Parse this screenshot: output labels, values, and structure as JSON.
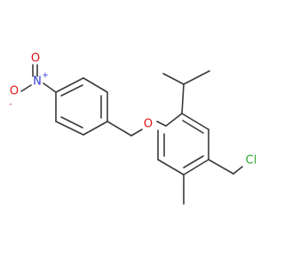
{
  "molecule": {
    "atoms": {
      "nitro_n": {
        "symbol": "N",
        "charge": "+",
        "color": "#2e3bd6"
      },
      "nitro_o_top": {
        "symbol": "O",
        "color": "#e01414"
      },
      "nitro_o_bottom": {
        "symbol": "O",
        "charge": "-",
        "color": "#e01414"
      },
      "ether_o": {
        "symbol": "O",
        "color": "#e01414"
      },
      "chlorine": {
        "symbol": "Cl",
        "color": "#2fa52f"
      }
    },
    "bond_color": "#3a3a3a"
  }
}
